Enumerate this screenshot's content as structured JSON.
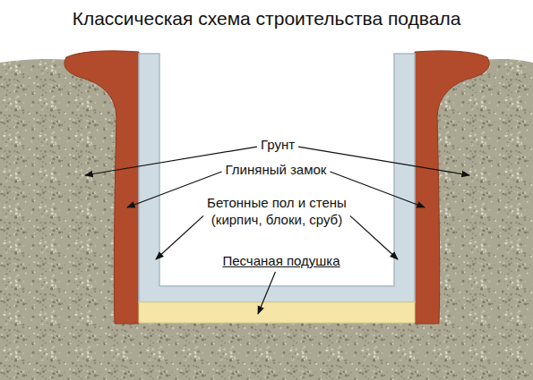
{
  "diagram": {
    "title": "Классическая схема строительства подвала",
    "labels": [
      "Грунт",
      "Глиняный замок",
      "Бетонные пол и стены (кирпич, блоки, сруб)",
      "Песчаная подушка"
    ]
  }
}
